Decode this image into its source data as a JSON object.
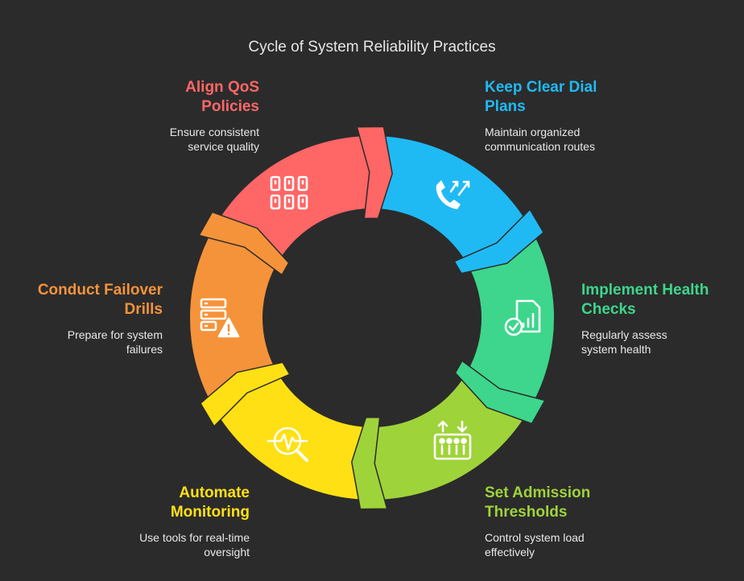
{
  "title": "Cycle of System Reliability Practices",
  "colors": {
    "background": "#2b2b2b",
    "red": "#ff6666",
    "blue": "#1fbaf4",
    "green": "#3dd68c",
    "lime": "#9fd33a",
    "yellow": "#ffe014",
    "orange": "#f5933a"
  },
  "steps": [
    {
      "heading_line1": "Align QoS",
      "heading_line2": "Policies",
      "desc_line1": "Ensure consistent",
      "desc_line2": "service quality",
      "icon": "server-grid-icon"
    },
    {
      "heading_line1": "Keep Clear Dial",
      "heading_line2": "Plans",
      "desc_line1": "Maintain organized",
      "desc_line2": "communication routes",
      "icon": "phone-routing-icon"
    },
    {
      "heading_line1": "Implement Health",
      "heading_line2": "Checks",
      "desc_line1": "Regularly assess",
      "desc_line2": "system health",
      "icon": "health-report-icon"
    },
    {
      "heading_line1": "Set Admission",
      "heading_line2": "Thresholds",
      "desc_line1": "Control system load",
      "desc_line2": "effectively",
      "icon": "load-control-icon"
    },
    {
      "heading_line1": "Automate",
      "heading_line2": "Monitoring",
      "desc_line1": "Use tools for real-time",
      "desc_line2": "oversight",
      "icon": "monitoring-search-icon"
    },
    {
      "heading_line1": "Conduct Failover",
      "heading_line2": "Drills",
      "desc_line1": "Prepare for system",
      "desc_line2": "failures",
      "icon": "server-warning-icon"
    }
  ]
}
